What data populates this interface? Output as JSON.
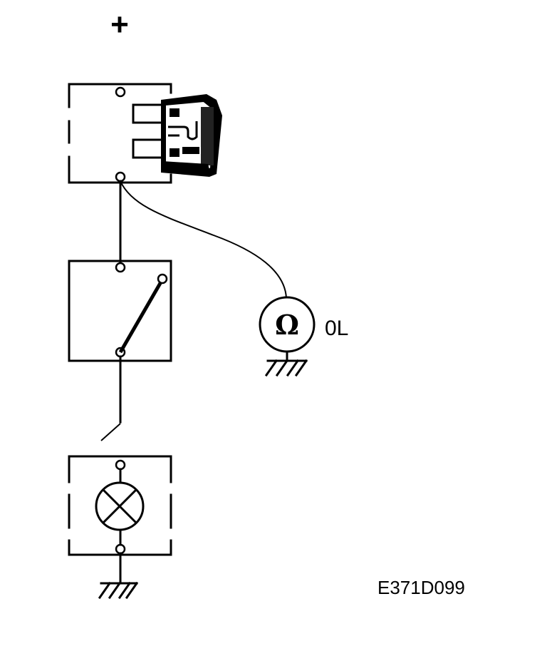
{
  "diagram": {
    "supply_symbol": "+",
    "meter_symbol": "Ω",
    "meter_reading": "0L",
    "figure_code": "E371D099"
  },
  "icons": {
    "fuse": "blade-fuse-icon",
    "switch": "switch-icon",
    "lamp": "lamp-icon",
    "ground": "ground-icon",
    "ohmmeter": "ohmmeter-icon"
  }
}
